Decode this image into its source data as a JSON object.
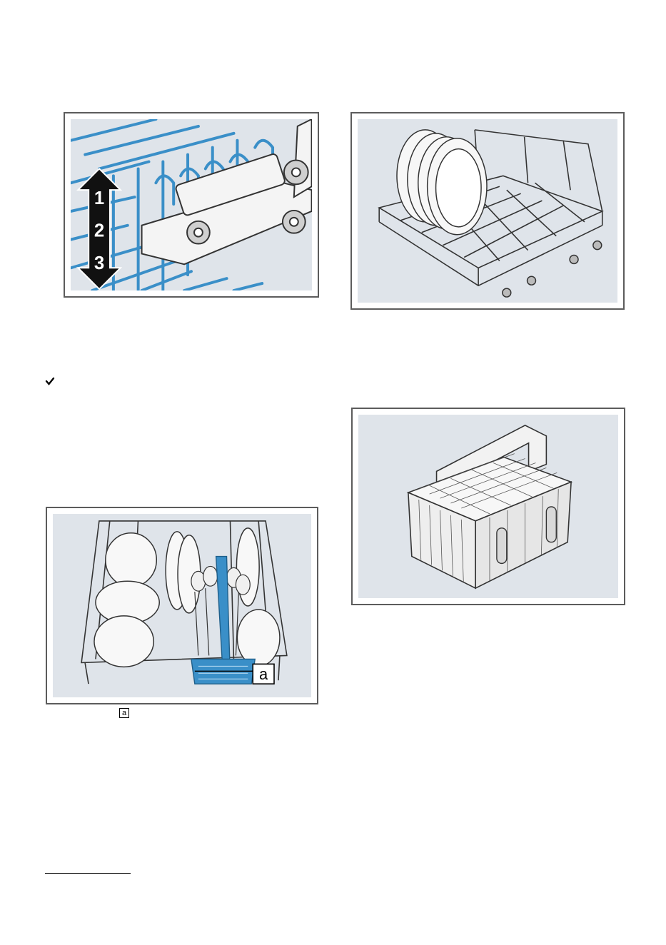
{
  "figures": {
    "height_adjust": {
      "levels": [
        "1",
        "2",
        "3"
      ]
    },
    "upper_rack": {
      "callout": "a"
    }
  },
  "caption_marker": "a",
  "colors": {
    "panel_bg": "#dfe4ea",
    "rack_blue": "#3a8fc8",
    "frame": "#5c5c5c"
  },
  "icons": {
    "check": "check-icon"
  }
}
